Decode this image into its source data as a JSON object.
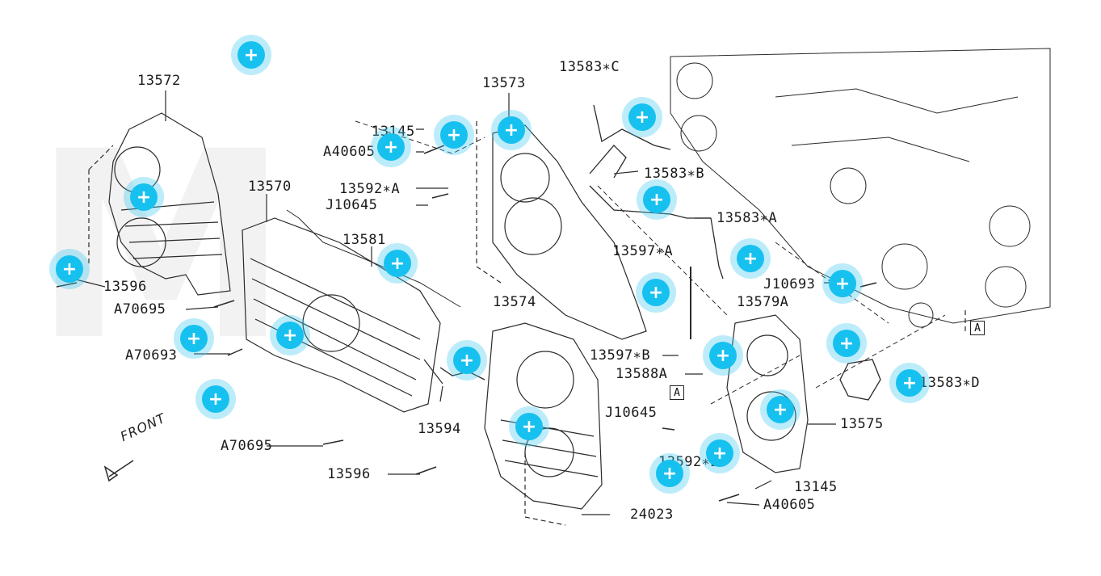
{
  "watermark": "M",
  "front_label": "FRONT",
  "labels": [
    {
      "id": "13572",
      "text": "13572"
    },
    {
      "id": "13570",
      "text": "13570"
    },
    {
      "id": "13581",
      "text": "13581"
    },
    {
      "id": "13573",
      "text": "13573"
    },
    {
      "id": "13583C",
      "text": "13583∗C"
    },
    {
      "id": "13583B",
      "text": "13583∗B"
    },
    {
      "id": "13583A",
      "text": "13583∗A"
    },
    {
      "id": "13145a",
      "text": "13145"
    },
    {
      "id": "A40605a",
      "text": "A40605"
    },
    {
      "id": "13592A",
      "text": "13592∗A"
    },
    {
      "id": "J10645a",
      "text": "J10645"
    },
    {
      "id": "13596a",
      "text": "13596"
    },
    {
      "id": "A70695a",
      "text": "A70695"
    },
    {
      "id": "A70693",
      "text": "A70693"
    },
    {
      "id": "13597A",
      "text": "13597∗A"
    },
    {
      "id": "13574",
      "text": "13574"
    },
    {
      "id": "13597B",
      "text": "13597∗B"
    },
    {
      "id": "13588A",
      "text": "13588A"
    },
    {
      "id": "13579A",
      "text": "13579A"
    },
    {
      "id": "J10693",
      "text": "J10693"
    },
    {
      "id": "13594",
      "text": "13594"
    },
    {
      "id": "J10645b",
      "text": "J10645"
    },
    {
      "id": "13592B",
      "text": "13592∗B"
    },
    {
      "id": "13575",
      "text": "13575"
    },
    {
      "id": "13583D",
      "text": "13583∗D"
    },
    {
      "id": "13145b",
      "text": "13145"
    },
    {
      "id": "A40605b",
      "text": "A40605"
    },
    {
      "id": "A70695b",
      "text": "A70695"
    },
    {
      "id": "13596b",
      "text": "13596"
    },
    {
      "id": "24023",
      "text": "24023"
    }
  ],
  "ref_marker": "A",
  "hotspot_symbol": "+"
}
